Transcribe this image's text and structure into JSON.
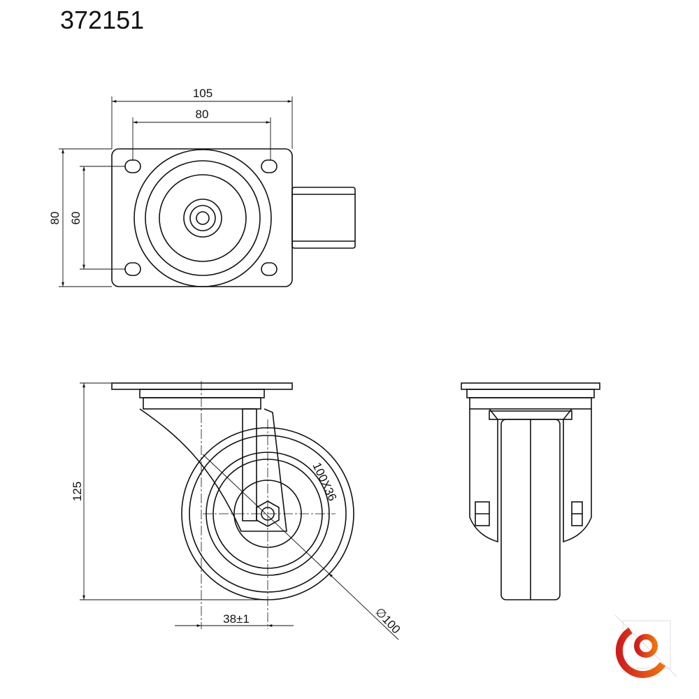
{
  "title": "372151",
  "dimensions": {
    "top_width_outer": "105",
    "top_width_holes": "80",
    "top_height_outer": "80",
    "top_height_holes": "60",
    "overall_height": "125",
    "offset": "38±1",
    "wheel_diameter": "∅100",
    "wheel_spec": "100X36"
  },
  "colors": {
    "logo_start": "#d01c1c",
    "logo_end": "#f07010"
  }
}
